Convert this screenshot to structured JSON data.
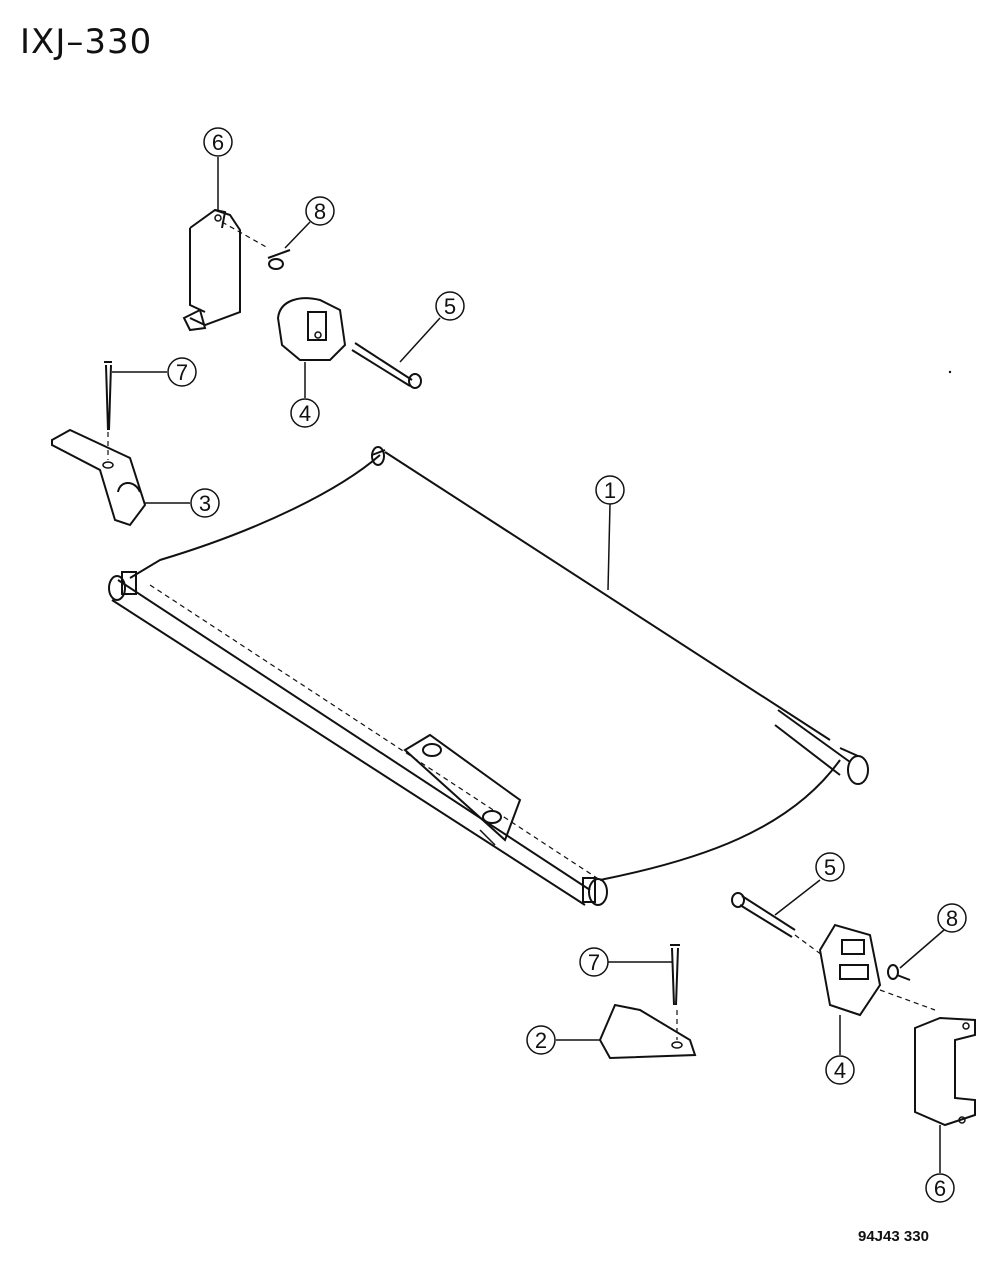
{
  "diagram": {
    "title": "IXJ–330",
    "figure_code": "94J43 330",
    "callouts": [
      {
        "id": "c1-cover",
        "label": "1"
      },
      {
        "id": "c2-bracket-right",
        "label": "2"
      },
      {
        "id": "c3-bracket-left",
        "label": "3"
      },
      {
        "id": "c4-mount-upper",
        "label": "4"
      },
      {
        "id": "c4-mount-lower",
        "label": "4"
      },
      {
        "id": "c5-screw-upper",
        "label": "5"
      },
      {
        "id": "c5-screw-lower",
        "label": "5"
      },
      {
        "id": "c6-bracket-upper",
        "label": "6"
      },
      {
        "id": "c6-bracket-lower",
        "label": "6"
      },
      {
        "id": "c7-screw-left",
        "label": "7"
      },
      {
        "id": "c7-screw-right",
        "label": "7"
      },
      {
        "id": "c8-screw-upper",
        "label": "8"
      },
      {
        "id": "c8-screw-lower",
        "label": "8"
      }
    ]
  }
}
